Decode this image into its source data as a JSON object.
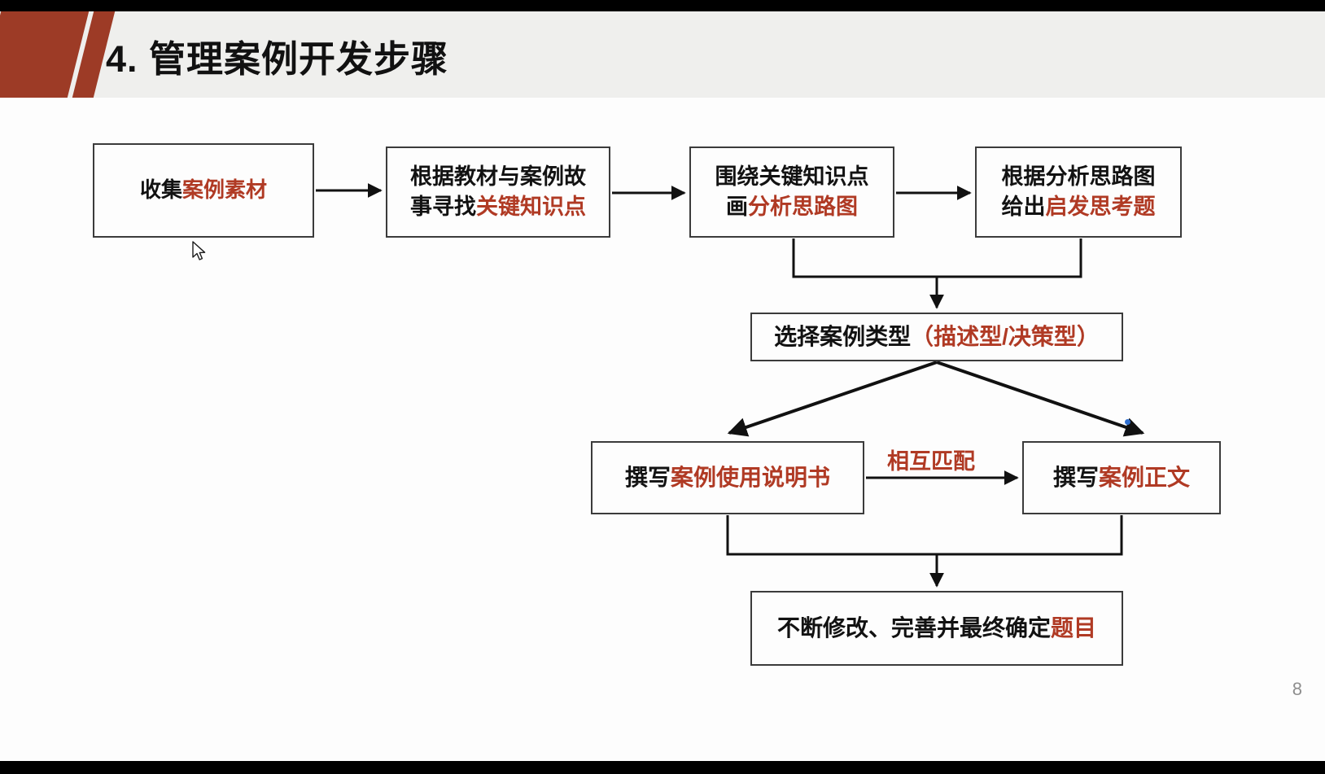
{
  "slide": {
    "title": "4. 管理案例开发步骤",
    "page_number": "8",
    "brand_color": "#9d3b26",
    "accent_text_color": "#b03a24",
    "header_background": "#efefed",
    "canvas_background": "#fdfdfd",
    "connector_color": "#111111"
  },
  "flow": {
    "boxes": [
      {
        "id": "collect",
        "name": "收集案例素材",
        "lines": [
          {
            "plain": "收集",
            "highlight": "案例素材"
          }
        ],
        "line1_plain": "收集",
        "line1_highlight": "案例素材"
      },
      {
        "id": "keypoint",
        "name": "寻找关键知识点",
        "line1_plain": "根据教材与案例故",
        "line2_plain": "事寻找",
        "line2_highlight": "关键知识点"
      },
      {
        "id": "mindmap",
        "name": "画分析思路图",
        "line1_plain": "围绕关键知识点",
        "line2_plain": "画",
        "line2_highlight": "分析思路图"
      },
      {
        "id": "question",
        "name": "给出启发思考题",
        "line1_plain": "根据分析思路图",
        "line2_plain": "给出",
        "line2_highlight": "启发思考题"
      },
      {
        "id": "casetype",
        "name": "选择案例类型",
        "line1_plain": "选择案例类型",
        "line1_highlight": "（描述型/决策型）"
      },
      {
        "id": "manual",
        "name": "撰写案例使用说明书",
        "line1_plain": "撰写",
        "line1_highlight": "案例使用说明书"
      },
      {
        "id": "body",
        "name": "撰写案例正文",
        "line1_plain": "撰写",
        "line1_highlight": "案例正文"
      },
      {
        "id": "finalize",
        "name": "不断修改完善并最终确定题目",
        "line1_plain": "不断修改、完善并最终确定",
        "line1_highlight": "题目"
      }
    ],
    "match_label": "相互匹配"
  }
}
